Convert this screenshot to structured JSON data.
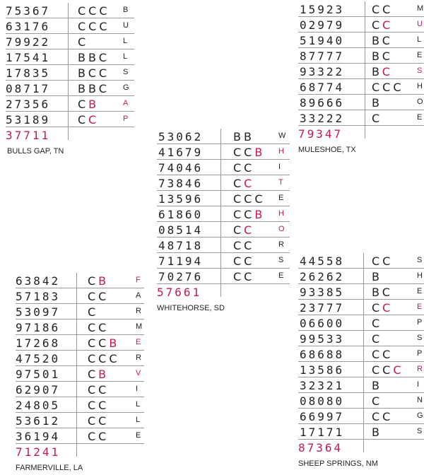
{
  "colors": {
    "text": "#222222",
    "highlight": "#c2185b",
    "rule": "#9a9a9a"
  },
  "panels": [
    {
      "id": "bulls-gap",
      "rows": [
        {
          "num": "75367",
          "code": [
            {
              "t": "C"
            },
            {
              "t": "C"
            },
            {
              "t": "C"
            }
          ],
          "letter": "B",
          "letter_hl": false
        },
        {
          "num": "63176",
          "code": [
            {
              "t": "C"
            },
            {
              "t": "C"
            },
            {
              "t": "C"
            }
          ],
          "letter": "U",
          "letter_hl": false
        },
        {
          "num": "79922",
          "code": [
            {
              "t": "C"
            }
          ],
          "letter": "L",
          "letter_hl": false
        },
        {
          "num": "17541",
          "code": [
            {
              "t": "B"
            },
            {
              "t": "B"
            },
            {
              "t": "C"
            }
          ],
          "letter": "L",
          "letter_hl": false
        },
        {
          "num": "17835",
          "code": [
            {
              "t": "B"
            },
            {
              "t": "C"
            },
            {
              "t": "C"
            }
          ],
          "letter": "S",
          "letter_hl": false
        },
        {
          "num": "08717",
          "code": [
            {
              "t": "B"
            },
            {
              "t": "B"
            },
            {
              "t": "C"
            }
          ],
          "letter": "G",
          "letter_hl": false
        },
        {
          "num": "27356",
          "code": [
            {
              "t": "C"
            },
            {
              "t": "B",
              "hl": true
            }
          ],
          "letter": "A",
          "letter_hl": true
        },
        {
          "num": "53189",
          "code": [
            {
              "t": "C"
            },
            {
              "t": "C",
              "hl": true
            }
          ],
          "letter": "P",
          "letter_hl": true
        }
      ],
      "zip": "37711",
      "town": "BULLS GAP, TN"
    },
    {
      "id": "muleshoe",
      "rows": [
        {
          "num": "15923",
          "code": [
            {
              "t": "C"
            },
            {
              "t": "C"
            }
          ],
          "letter": "M",
          "letter_hl": false
        },
        {
          "num": "02979",
          "code": [
            {
              "t": "C"
            },
            {
              "t": "C",
              "hl": true
            }
          ],
          "letter": "U",
          "letter_hl": true
        },
        {
          "num": "51940",
          "code": [
            {
              "t": "B"
            },
            {
              "t": "C"
            }
          ],
          "letter": "L",
          "letter_hl": false
        },
        {
          "num": "87777",
          "code": [
            {
              "t": "B"
            },
            {
              "t": "C"
            }
          ],
          "letter": "E",
          "letter_hl": false
        },
        {
          "num": "93322",
          "code": [
            {
              "t": "B"
            },
            {
              "t": "C",
              "hl": true
            }
          ],
          "letter": "S",
          "letter_hl": true
        },
        {
          "num": "68774",
          "code": [
            {
              "t": "C"
            },
            {
              "t": "C"
            },
            {
              "t": "C"
            }
          ],
          "letter": "H",
          "letter_hl": false
        },
        {
          "num": "89666",
          "code": [
            {
              "t": "B"
            }
          ],
          "letter": "O",
          "letter_hl": false
        },
        {
          "num": "33222",
          "code": [
            {
              "t": "C"
            }
          ],
          "letter": "E",
          "letter_hl": false
        }
      ],
      "zip": "79347",
      "town": "MULESHOE, TX"
    },
    {
      "id": "whitehorse",
      "rows": [
        {
          "num": "53062",
          "code": [
            {
              "t": "B"
            },
            {
              "t": "B"
            }
          ],
          "letter": "W",
          "letter_hl": false
        },
        {
          "num": "41679",
          "code": [
            {
              "t": "C"
            },
            {
              "t": "C"
            },
            {
              "t": "B",
              "hl": true
            }
          ],
          "letter": "H",
          "letter_hl": true
        },
        {
          "num": "74046",
          "code": [
            {
              "t": "C"
            },
            {
              "t": "C"
            }
          ],
          "letter": "I",
          "letter_hl": false
        },
        {
          "num": "73846",
          "code": [
            {
              "t": "C"
            },
            {
              "t": "C",
              "hl": true
            }
          ],
          "letter": "T",
          "letter_hl": true
        },
        {
          "num": "13596",
          "code": [
            {
              "t": "C"
            },
            {
              "t": "C"
            },
            {
              "t": "C"
            }
          ],
          "letter": "E",
          "letter_hl": false
        },
        {
          "num": "61860",
          "code": [
            {
              "t": "C"
            },
            {
              "t": "C"
            },
            {
              "t": "B",
              "hl": true
            }
          ],
          "letter": "H",
          "letter_hl": true
        },
        {
          "num": "08514",
          "code": [
            {
              "t": "C"
            },
            {
              "t": "C",
              "hl": true
            }
          ],
          "letter": "O",
          "letter_hl": true
        },
        {
          "num": "48718",
          "code": [
            {
              "t": "C"
            },
            {
              "t": "C"
            }
          ],
          "letter": "R",
          "letter_hl": false
        },
        {
          "num": "71194",
          "code": [
            {
              "t": "C"
            },
            {
              "t": "C"
            }
          ],
          "letter": "S",
          "letter_hl": false
        },
        {
          "num": "70276",
          "code": [
            {
              "t": "C"
            },
            {
              "t": "C"
            }
          ],
          "letter": "E",
          "letter_hl": false
        }
      ],
      "zip": "57661",
      "town": "WHITEHORSE, SD"
    },
    {
      "id": "farmerville",
      "rows": [
        {
          "num": "63842",
          "code": [
            {
              "t": "C"
            },
            {
              "t": "B",
              "hl": true
            }
          ],
          "letter": "F",
          "letter_hl": true
        },
        {
          "num": "57183",
          "code": [
            {
              "t": "C"
            },
            {
              "t": "C"
            }
          ],
          "letter": "A",
          "letter_hl": false
        },
        {
          "num": "53097",
          "code": [
            {
              "t": "C"
            }
          ],
          "letter": "R",
          "letter_hl": false
        },
        {
          "num": "97186",
          "code": [
            {
              "t": "C"
            },
            {
              "t": "C"
            }
          ],
          "letter": "M",
          "letter_hl": false
        },
        {
          "num": "17268",
          "code": [
            {
              "t": "C"
            },
            {
              "t": "C"
            },
            {
              "t": "B",
              "hl": true
            }
          ],
          "letter": "E",
          "letter_hl": true
        },
        {
          "num": "47520",
          "code": [
            {
              "t": "C"
            },
            {
              "t": "C"
            },
            {
              "t": "C"
            }
          ],
          "letter": "R",
          "letter_hl": false
        },
        {
          "num": "97501",
          "code": [
            {
              "t": "C"
            },
            {
              "t": "B",
              "hl": true
            }
          ],
          "letter": "V",
          "letter_hl": true
        },
        {
          "num": "62907",
          "code": [
            {
              "t": "C"
            },
            {
              "t": "C"
            }
          ],
          "letter": "I",
          "letter_hl": false
        },
        {
          "num": "24805",
          "code": [
            {
              "t": "C"
            },
            {
              "t": "C"
            }
          ],
          "letter": "L",
          "letter_hl": false
        },
        {
          "num": "53612",
          "code": [
            {
              "t": "C"
            },
            {
              "t": "C"
            }
          ],
          "letter": "L",
          "letter_hl": false
        },
        {
          "num": "36194",
          "code": [
            {
              "t": "C"
            },
            {
              "t": "C"
            }
          ],
          "letter": "E",
          "letter_hl": false
        }
      ],
      "zip": "71241",
      "town": "FARMERVILLE, LA"
    },
    {
      "id": "sheep-springs",
      "rows": [
        {
          "num": "44558",
          "code": [
            {
              "t": "C"
            },
            {
              "t": "C"
            }
          ],
          "letter": "S",
          "letter_hl": false
        },
        {
          "num": "26262",
          "code": [
            {
              "t": "B"
            }
          ],
          "letter": "H",
          "letter_hl": false
        },
        {
          "num": "93385",
          "code": [
            {
              "t": "B"
            },
            {
              "t": "C"
            }
          ],
          "letter": "E",
          "letter_hl": false
        },
        {
          "num": "23777",
          "code": [
            {
              "t": "C"
            },
            {
              "t": "C",
              "hl": true
            }
          ],
          "letter": "E",
          "letter_hl": true
        },
        {
          "num": "06600",
          "code": [
            {
              "t": "C"
            }
          ],
          "letter": "P",
          "letter_hl": false
        },
        {
          "num": "99533",
          "code": [
            {
              "t": "C"
            }
          ],
          "letter": "S",
          "letter_hl": false
        },
        {
          "num": "68688",
          "code": [
            {
              "t": "C"
            },
            {
              "t": "C"
            }
          ],
          "letter": "P",
          "letter_hl": false
        },
        {
          "num": "13586",
          "code": [
            {
              "t": "C"
            },
            {
              "t": "C"
            },
            {
              "t": "C",
              "hl": true
            }
          ],
          "letter": "R",
          "letter_hl": true
        },
        {
          "num": "32321",
          "code": [
            {
              "t": "B"
            }
          ],
          "letter": "I",
          "letter_hl": false
        },
        {
          "num": "08080",
          "code": [
            {
              "t": "C"
            }
          ],
          "letter": "N",
          "letter_hl": false
        },
        {
          "num": "66997",
          "code": [
            {
              "t": "C"
            },
            {
              "t": "C"
            }
          ],
          "letter": "G",
          "letter_hl": false
        },
        {
          "num": "17171",
          "code": [
            {
              "t": "B"
            }
          ],
          "letter": "S",
          "letter_hl": false
        }
      ],
      "zip": "87364",
      "town": "SHEEP SPRINGS, NM"
    }
  ]
}
